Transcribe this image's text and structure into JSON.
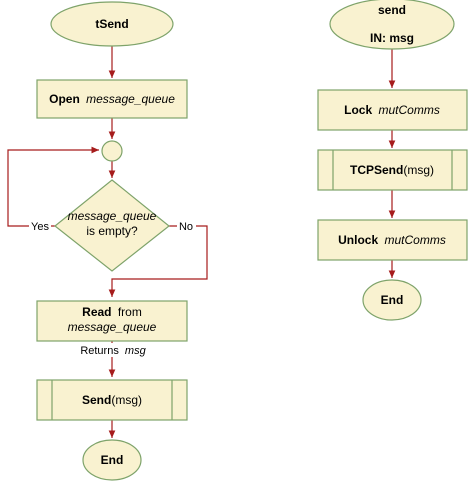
{
  "colors": {
    "shape_fill": "#f9f2d0",
    "shape_stroke": "#7ea36a",
    "edge": "#a61c1c",
    "text": "#000000"
  },
  "left_flow": {
    "start": {
      "label": "tSend"
    },
    "open": {
      "verb": "Open",
      "object": "message_queue"
    },
    "diamond": {
      "line1": "message_queue",
      "line2": "is empty?"
    },
    "yes_label": "Yes",
    "no_label": "No",
    "read": {
      "verb": "Read",
      "from": "from",
      "object": "message_queue"
    },
    "returns_note": {
      "prefix": "Returns",
      "value": "msg"
    },
    "send": {
      "name": "Send",
      "args": "(msg)"
    },
    "end": {
      "label": "End"
    }
  },
  "right_flow": {
    "start": {
      "title": "send",
      "param": "IN: msg"
    },
    "lock": {
      "verb": "Lock",
      "object": "mutComms"
    },
    "tcpsend": {
      "name": "TCPSend",
      "args": "(msg)"
    },
    "unlock": {
      "verb": "Unlock",
      "object": "mutComms"
    },
    "end": {
      "label": "End"
    }
  }
}
